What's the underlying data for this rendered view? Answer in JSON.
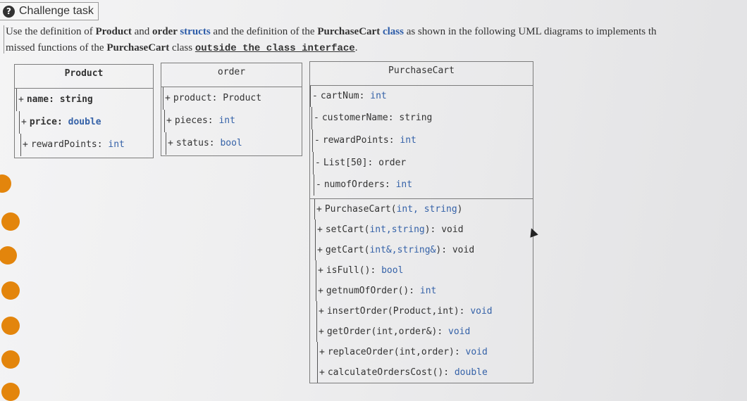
{
  "header": {
    "title": "Challenge task",
    "icon": "help-icon"
  },
  "description": {
    "p1": "Use the definition of ",
    "product": "Product",
    "p2": " and ",
    "order": "order",
    "structs": " structs",
    "p3": " and the definition of the ",
    "purchasecart": "PurchaseCart",
    "class": " class",
    "p4": " as shown in the following UML diagrams to implements th",
    "p5": "missed functions of the ",
    "purchasecart2": "PurchaseCart",
    "p6": " class ",
    "outside": "outside the class interface",
    "p7": "."
  },
  "uml": {
    "product": {
      "title": "Product",
      "fields": [
        {
          "vis": "+",
          "name": "name: ",
          "type": "string"
        },
        {
          "vis": "+",
          "name": "price: ",
          "type": "double"
        },
        {
          "vis": "+",
          "name": "rewardPoints: ",
          "type": "int"
        }
      ]
    },
    "order": {
      "title": "order",
      "fields": [
        {
          "vis": "+",
          "name": "product: ",
          "type": "Product"
        },
        {
          "vis": "+",
          "name": "pieces: ",
          "type": "int"
        },
        {
          "vis": "+",
          "name": "status: ",
          "type": "bool"
        }
      ]
    },
    "purchasecart": {
      "title": "PurchaseCart",
      "fields": [
        {
          "vis": "-",
          "name": "cartNum: ",
          "type": "int"
        },
        {
          "vis": "-",
          "name": "customerName: ",
          "type": "string"
        },
        {
          "vis": "-",
          "name": "rewardPoints: ",
          "type": "int"
        },
        {
          "vis": "-",
          "name": "List[50]: ",
          "type": "order"
        },
        {
          "vis": "-",
          "name": "numofOrders: ",
          "type": "int"
        }
      ],
      "methods": [
        {
          "vis": "+",
          "name": "PurchaseCart(",
          "type": "int, string",
          "ret": ")"
        },
        {
          "vis": "+",
          "name": "setCart(",
          "type": "int,string",
          "ret": "): void"
        },
        {
          "vis": "+",
          "name": "getCart(",
          "type": "int&,string&",
          "ret": "): void"
        },
        {
          "vis": "+",
          "name": "isFull(): ",
          "type": "bool",
          "ret": ""
        },
        {
          "vis": "+",
          "name": "getnumOfOrder(): ",
          "type": "int",
          "ret": ""
        },
        {
          "vis": "+",
          "name": "insertOrder(Product,int): ",
          "type": "void",
          "ret": ""
        },
        {
          "vis": "+",
          "name": "getOrder(int,order&): ",
          "type": "void",
          "ret": ""
        },
        {
          "vis": "+",
          "name": "replaceOrder(int,order): ",
          "type": "void",
          "ret": ""
        },
        {
          "vis": "+",
          "name": "calculateOrdersCost(): ",
          "type": "double",
          "ret": ""
        }
      ]
    }
  },
  "colors": {
    "keyword": "#3562a8",
    "dot": "#e3850c"
  }
}
